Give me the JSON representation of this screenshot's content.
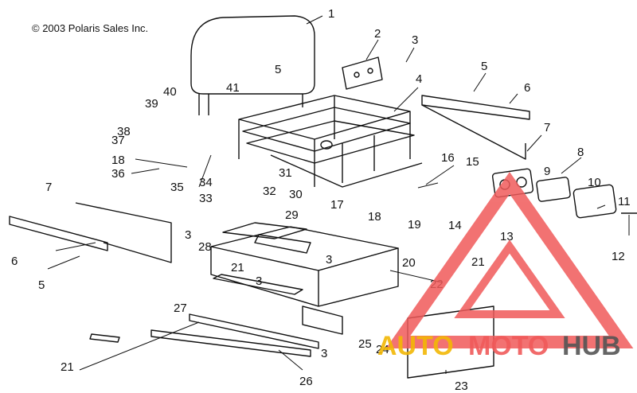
{
  "copyright": "© 2003 Polaris Sales Inc.",
  "callouts": [
    "1",
    "2",
    "3",
    "5",
    "4",
    "5",
    "6",
    "7",
    "8",
    "9",
    "10",
    "11",
    "12",
    "13",
    "14",
    "15",
    "16",
    "17",
    "18",
    "19",
    "20",
    "21",
    "21",
    "21",
    "22",
    "23",
    "24",
    "25",
    "26",
    "27",
    "28",
    "29",
    "30",
    "31",
    "32",
    "33",
    "34",
    "35",
    "36",
    "37",
    "38",
    "39",
    "40",
    "41",
    "18",
    "7",
    "6",
    "5",
    "3",
    "3",
    "3",
    "3"
  ],
  "watermark": {
    "part1": "AUTO",
    "part2": "MOTO",
    "part3": "HUB",
    "color_accent": "#f05a5a",
    "color_gold": "#f2b705",
    "color_gray": "#555555"
  }
}
